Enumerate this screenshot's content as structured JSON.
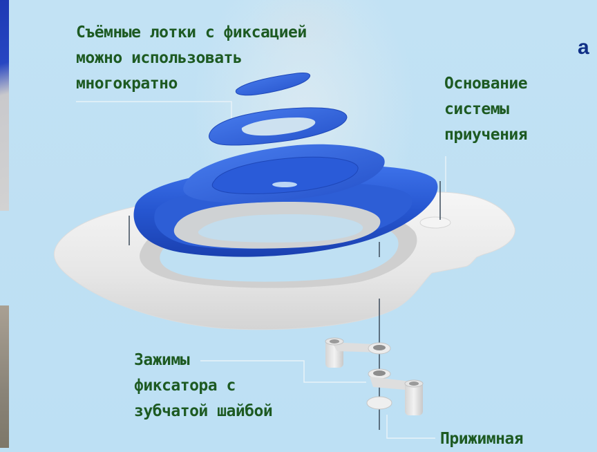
{
  "labels": {
    "removable_trays": "Съёмные лотки с фиксацией\nможно использовать\nмногократно",
    "system_base": "Основание\nсистемы\nприучения",
    "clamps": "Зажимы\nфиксатора с\nзубчатой шайбой",
    "pressure": "Прижимная"
  },
  "logo_fragment": "a",
  "colors": {
    "background": "#bde0f4",
    "label_text": "#1d5a22",
    "tray_blue": "#2a5bd8",
    "base_white": "#ececec",
    "logo": "#0f2f86"
  },
  "diagram": {
    "parts": [
      "small-tray",
      "ring-tray",
      "inner-tray",
      "outer-blue-ring",
      "white-base",
      "upper-clamp",
      "lower-clamp",
      "toothed-washer",
      "pin"
    ]
  }
}
